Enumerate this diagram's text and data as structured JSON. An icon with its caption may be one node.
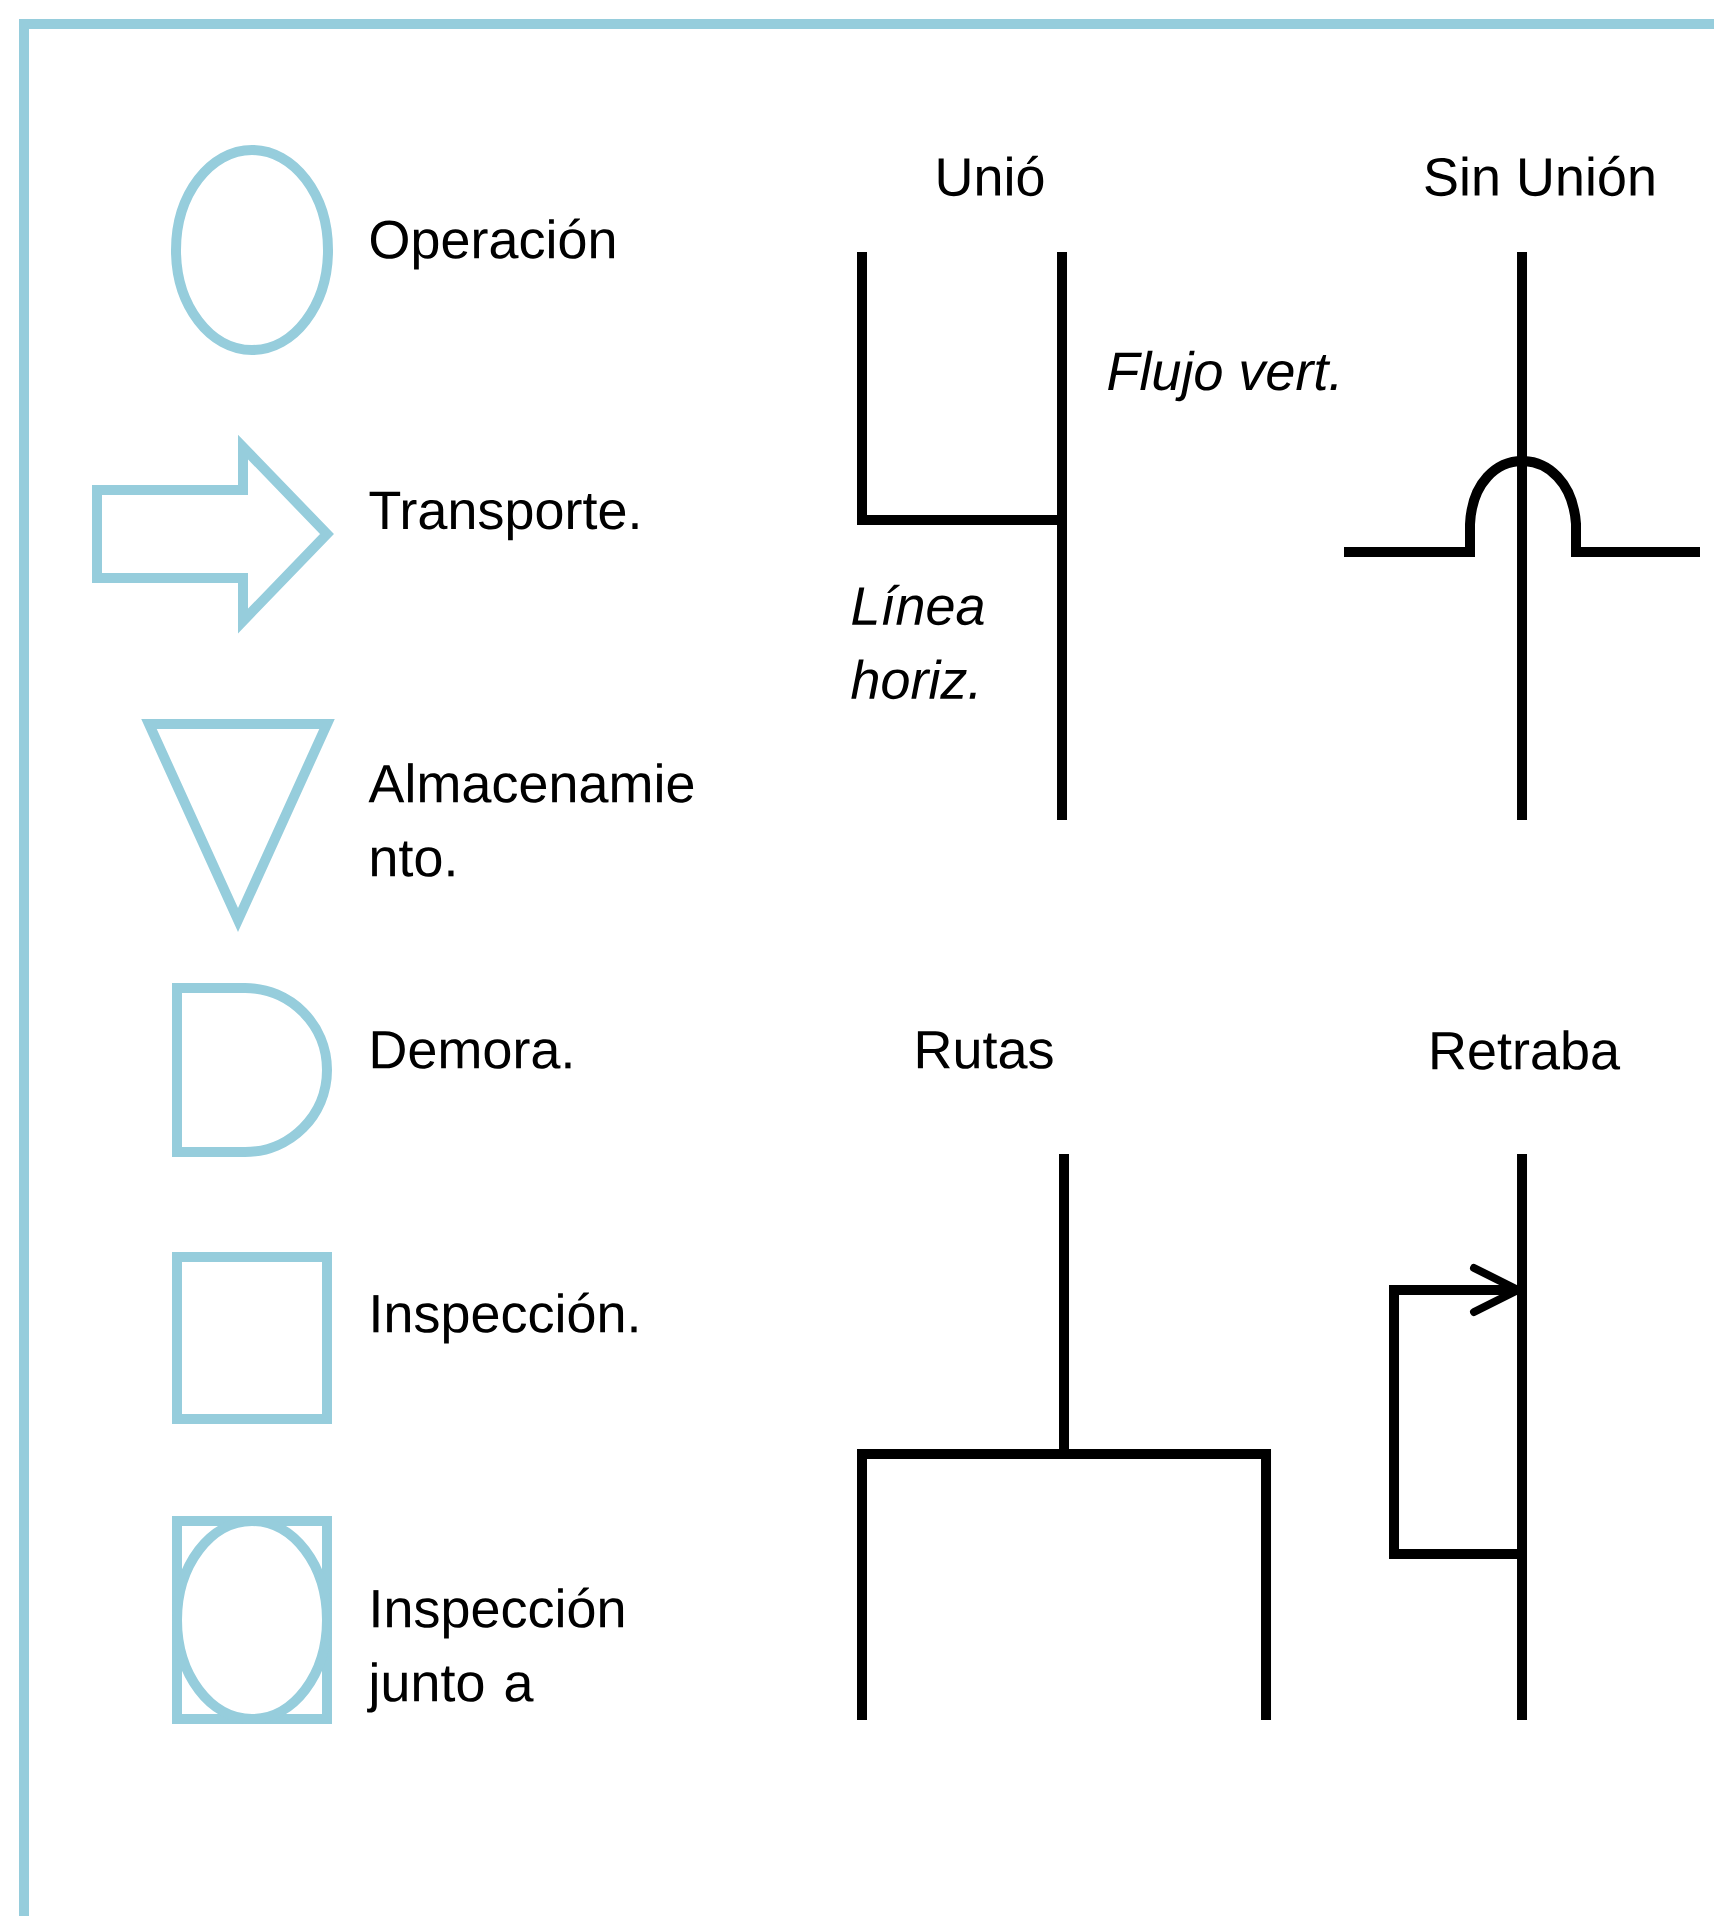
{
  "diagram": {
    "nodes": [
      {
        "text": [],
        "shape": "circle",
        "beside": [
          "Operación"
        ]
      },
      {
        "text": [],
        "shape": "arrow",
        "beside": [
          "Transporte."
        ]
      },
      {
        "text": [],
        "shape": "triangle",
        "beside": [
          "Almacenamie nto."
        ]
      },
      {
        "text": [],
        "shape": "semicircle",
        "beside": [
          "Demora."
        ]
      },
      {
        "text": [],
        "shape": "box",
        "beside": [
          "Inspección."
        ]
      },
      {
        "text": [],
        "shape": "boxed-circle",
        "beside": [
          "Inspección junto a"
        ]
      }
    ],
    "labels": [
      "Unió",
      "Sin Unión",
      "Flujo vert.",
      "Línea horiz.",
      "Rutas",
      "Retraba"
    ]
  }
}
